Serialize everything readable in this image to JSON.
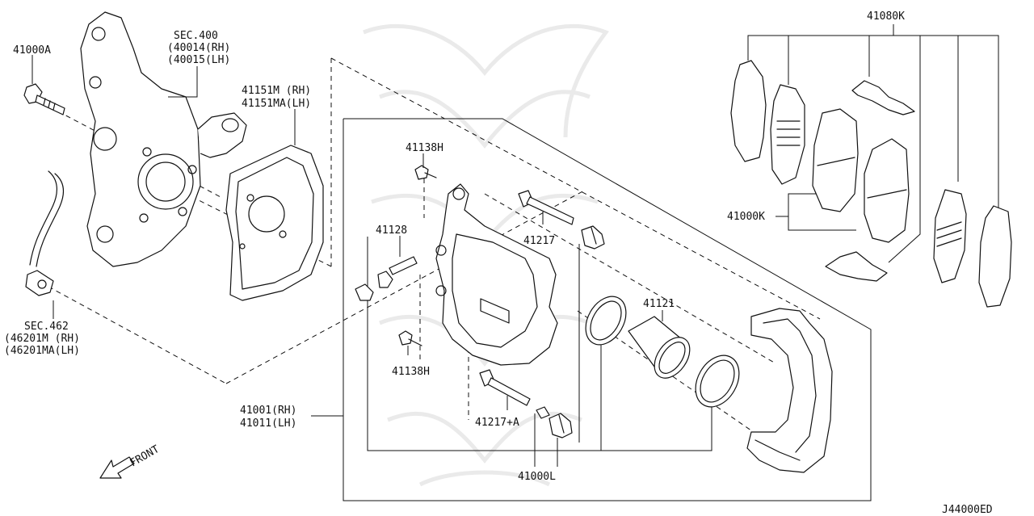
{
  "diagram_id": "J44000ED",
  "front_arrow_label": "FRONT",
  "callouts": {
    "bolt_41000A": "41000A",
    "sec400": [
      "SEC.400",
      "(40014(RH)",
      "(40015(LH)"
    ],
    "splash_guard": [
      "41151M (RH)",
      "41151MA(LH)"
    ],
    "sec462": [
      "SEC.462",
      "(46201M (RH)",
      "(46201MA(LH)"
    ],
    "caliper_assy": [
      "41001(RH)",
      "41011(LH)"
    ],
    "bleeder_upper": "41138H",
    "bleeder_lower": "41138H",
    "bleeder_screw": "41128",
    "pin_upper": "41217",
    "pin_lower": "41217+A",
    "piston": "41121",
    "seal_kit": "41000L",
    "shim_kit": "41080K",
    "pad_kit": "41000K"
  }
}
